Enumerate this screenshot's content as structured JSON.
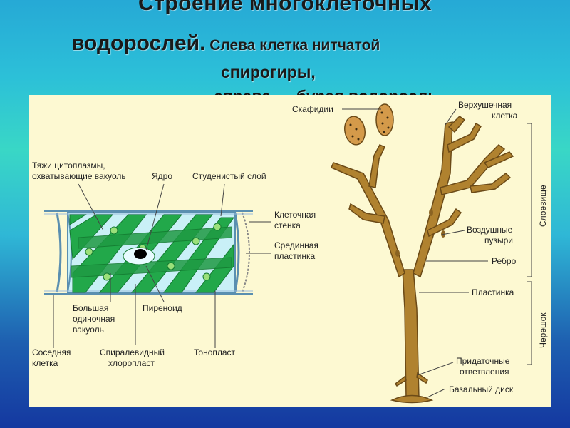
{
  "title": {
    "line1": "Строение многоклеточных",
    "line2_big": "водорослей.",
    "line2_small": " Слева клетка нитчатой",
    "line3": "спирогиры,",
    "line4": "справа — бурая водоросль"
  },
  "left_labels": {
    "strands": "Тяжи цитоплазмы,",
    "strands2": "охватывающие вакуоль",
    "nucleus": "Ядро",
    "gel_layer": "Студенистый слой",
    "cell_wall": "Клеточная",
    "cell_wall2": "стенка",
    "middle_lamella": "Срединная",
    "middle_lamella2": "пластинка",
    "vacuole": "Большая",
    "vacuole2": "одиночная",
    "vacuole3": "вакуоль",
    "pyrenoid": "Пиреноид",
    "neighbor": "Соседняя",
    "neighbor2": "клетка",
    "chloroplast": "Спиралевидный",
    "chloroplast2": "хлоропласт",
    "tonoplast": "Тонопласт"
  },
  "right_labels": {
    "scaphidia": "Скафидии",
    "apical": "Верхушечная",
    "apical2": "клетка",
    "thallus": "Слоевище",
    "air_bladders": "Воздушные",
    "air_bladders2": "пузыри",
    "rib": "Ребро",
    "blade": "Пластинка",
    "stalk": "Черешок",
    "accessory": "Придаточные",
    "accessory2": "ответвления",
    "basal_disc": "Базальный диск"
  },
  "colors": {
    "chloroplast": "#22a84a",
    "cell_fill": "#c9f0f7",
    "algae_brown": "#b0822f",
    "panel_bg": "#fdf9d2"
  }
}
